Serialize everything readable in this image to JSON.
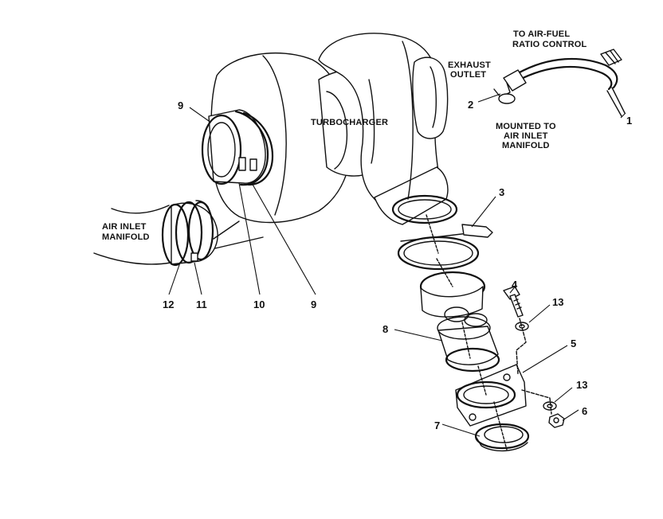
{
  "labels": {
    "to_air_fuel_line1": "TO AIR-FUEL",
    "to_air_fuel_line2": "RATIO CONTROL",
    "exhaust_line1": "EXHAUST",
    "exhaust_line2": "OUTLET",
    "turbocharger": "TURBOCHARGER",
    "mounted_line1": "MOUNTED TO",
    "mounted_line2": "AIR INLET",
    "mounted_line3": "MANIFOLD",
    "air_inlet_line1": "AIR INLET",
    "air_inlet_line2": "MANIFOLD"
  },
  "callouts": {
    "c1": "1",
    "c2": "2",
    "c3": "3",
    "c4": "4",
    "c5": "5",
    "c6": "6",
    "c7": "7",
    "c8": "8",
    "c9_left": "9",
    "c9_bottom": "9",
    "c10": "10",
    "c11": "11",
    "c12": "12",
    "c13_upper": "13",
    "c13_lower": "13"
  }
}
